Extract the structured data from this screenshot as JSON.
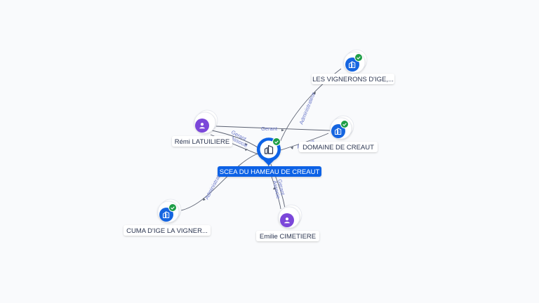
{
  "colors": {
    "background": "#f9fafc",
    "edge": "#5a6070",
    "edge_label": "#6b78c9",
    "company_blue": "#1565e0",
    "person_purple": "#7b47d9",
    "check_green": "#1e9e47",
    "center_blue": "#1062e6"
  },
  "center": {
    "label": "SCEA DU HAMEAU DE CREAUT",
    "icon": "building-icon",
    "verified": true
  },
  "nodes": [
    {
      "id": "vignerons",
      "kind": "company",
      "icon": "building-icon",
      "label": "LES VIGNERONS D'IGE,...",
      "verified": true
    },
    {
      "id": "domaine",
      "kind": "company",
      "icon": "building-icon",
      "label": "DOMAINE DE CREAUT",
      "verified": true
    },
    {
      "id": "remi",
      "kind": "person",
      "icon": "person-icon",
      "label": "Rémi LATUILIERE",
      "verified": false
    },
    {
      "id": "cuma",
      "kind": "company",
      "icon": "building-icon",
      "label": "CUMA D'IGE LA VIGNER...",
      "verified": true
    },
    {
      "id": "emilie",
      "kind": "person",
      "icon": "person-icon",
      "label": "Emilie CIMETIERE",
      "verified": false
    }
  ],
  "edges": [
    {
      "id": "vignerons-center",
      "label": "Administrateur"
    },
    {
      "id": "remi-domaine",
      "label": "Gerant"
    },
    {
      "id": "remi-center-1",
      "label": "Gerant"
    },
    {
      "id": "remi-center-2",
      "label": "Associe"
    },
    {
      "id": "domaine-center",
      "label": "Associe"
    },
    {
      "id": "cuma-center",
      "label": "Administrateur"
    },
    {
      "id": "emilie-center-1",
      "label": "Gerant"
    },
    {
      "id": "emilie-center-2",
      "label": "Associe"
    }
  ]
}
